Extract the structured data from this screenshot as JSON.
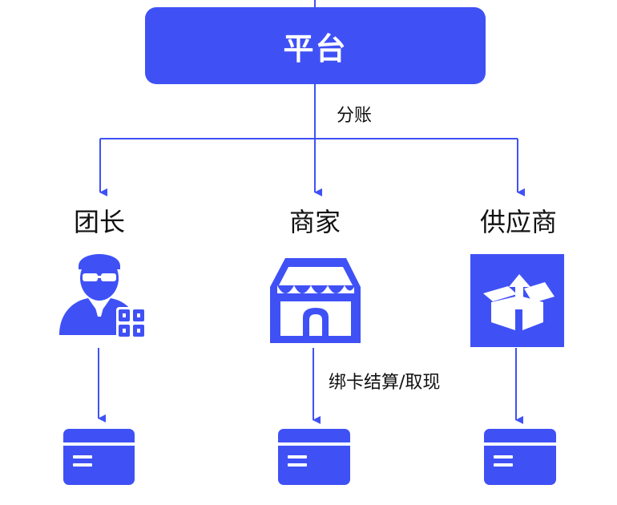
{
  "platform": {
    "label": "平台"
  },
  "flow": {
    "split_label": "分账",
    "settle_label": "绑卡结算/取现"
  },
  "nodes": [
    {
      "title": "团长",
      "icon": "group-leader-icon"
    },
    {
      "title": "商家",
      "icon": "store-icon"
    },
    {
      "title": "供应商",
      "icon": "supplier-box-icon"
    }
  ],
  "colors": {
    "accent": "#3f51f5",
    "text": "#111111",
    "background": "#ffffff"
  }
}
